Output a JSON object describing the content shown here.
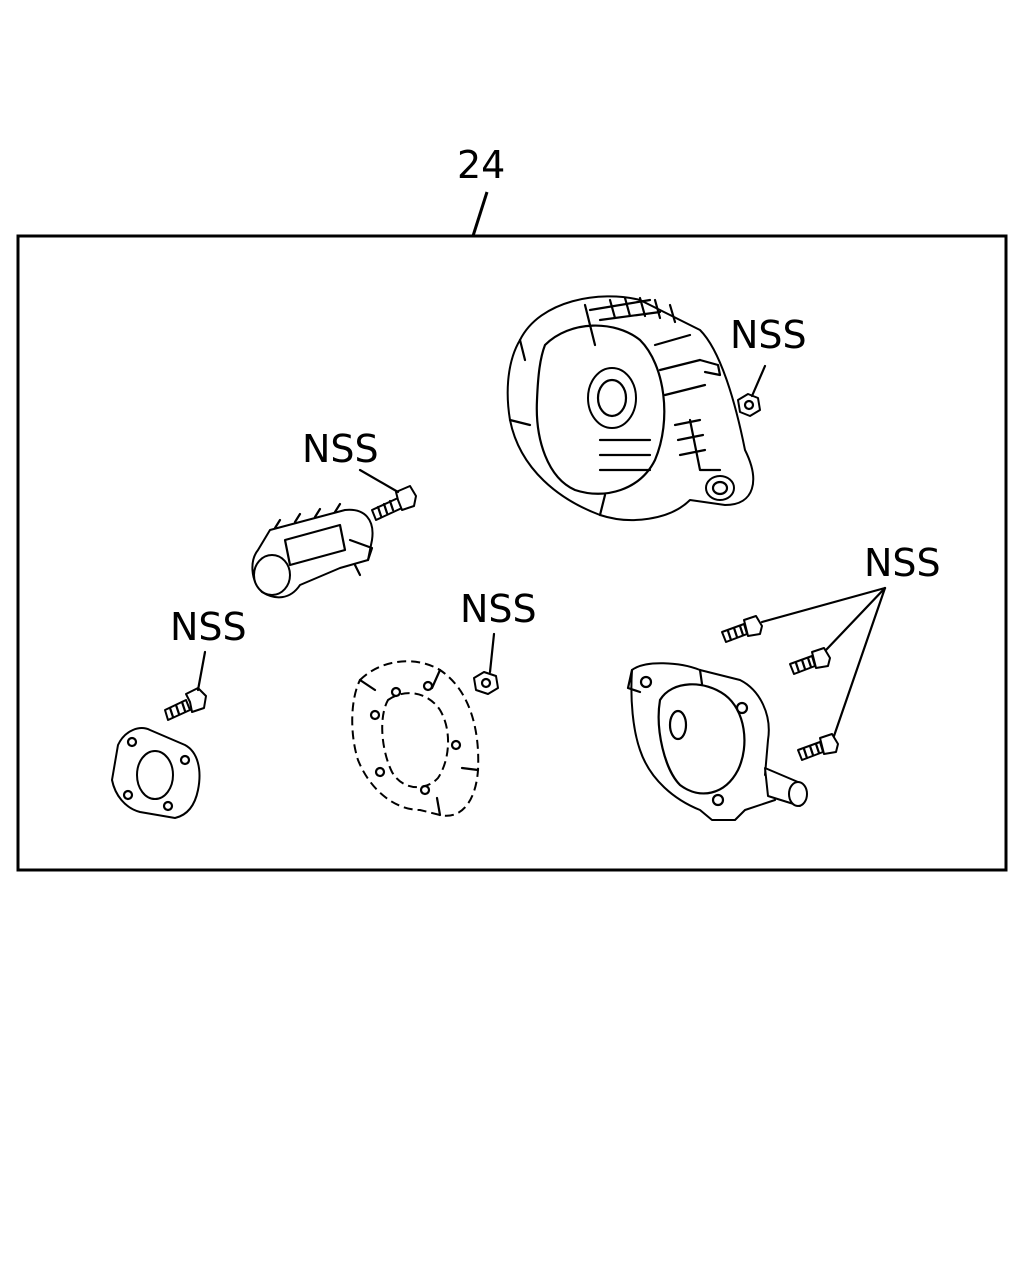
{
  "diagram": {
    "callout_main": "24",
    "callouts": [
      {
        "id": "nss-nut-top",
        "text": "NSS"
      },
      {
        "id": "nss-brush-bolt",
        "text": "NSS"
      },
      {
        "id": "nss-bearing-bolt",
        "text": "NSS"
      },
      {
        "id": "nss-center-nut",
        "text": "NSS"
      },
      {
        "id": "nss-front-screws",
        "text": "NSS"
      }
    ],
    "parts": [
      "rear-housing",
      "brush-holder",
      "bearing-retainer",
      "insulator-plate",
      "front-housing"
    ]
  }
}
